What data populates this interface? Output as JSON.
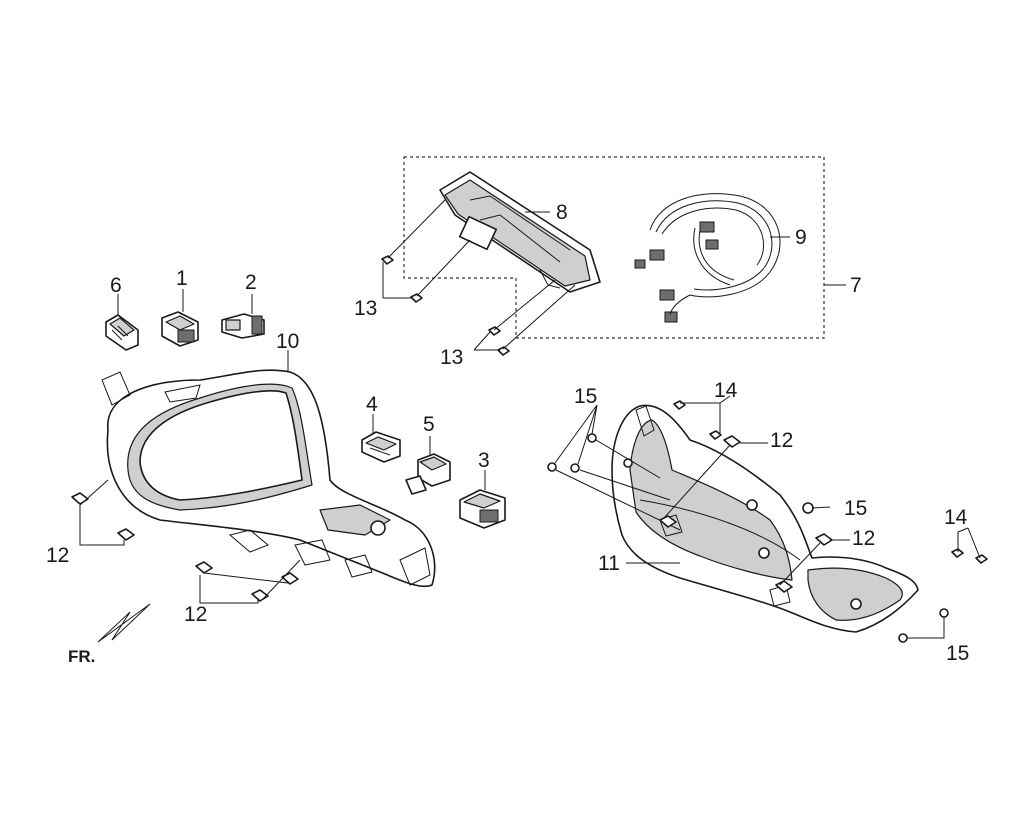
{
  "callouts": {
    "c1": "1",
    "c2": "2",
    "c3": "3",
    "c4": "4",
    "c5": "5",
    "c6": "6",
    "c7": "7",
    "c8": "8",
    "c9": "9",
    "c10": "10",
    "c11": "11",
    "c12a": "12",
    "c12b": "12",
    "c12c": "12",
    "c12d": "12",
    "c13a": "13",
    "c13b": "13",
    "c14a": "14",
    "c14b": "14",
    "c15a": "15",
    "c15b": "15",
    "c15c": "15"
  },
  "front_indicator": "FR.",
  "colors": {
    "line": "#1a1a1a",
    "shade": "#cfcfcf",
    "dark": "#6e6e6e",
    "background": "#ffffff"
  }
}
